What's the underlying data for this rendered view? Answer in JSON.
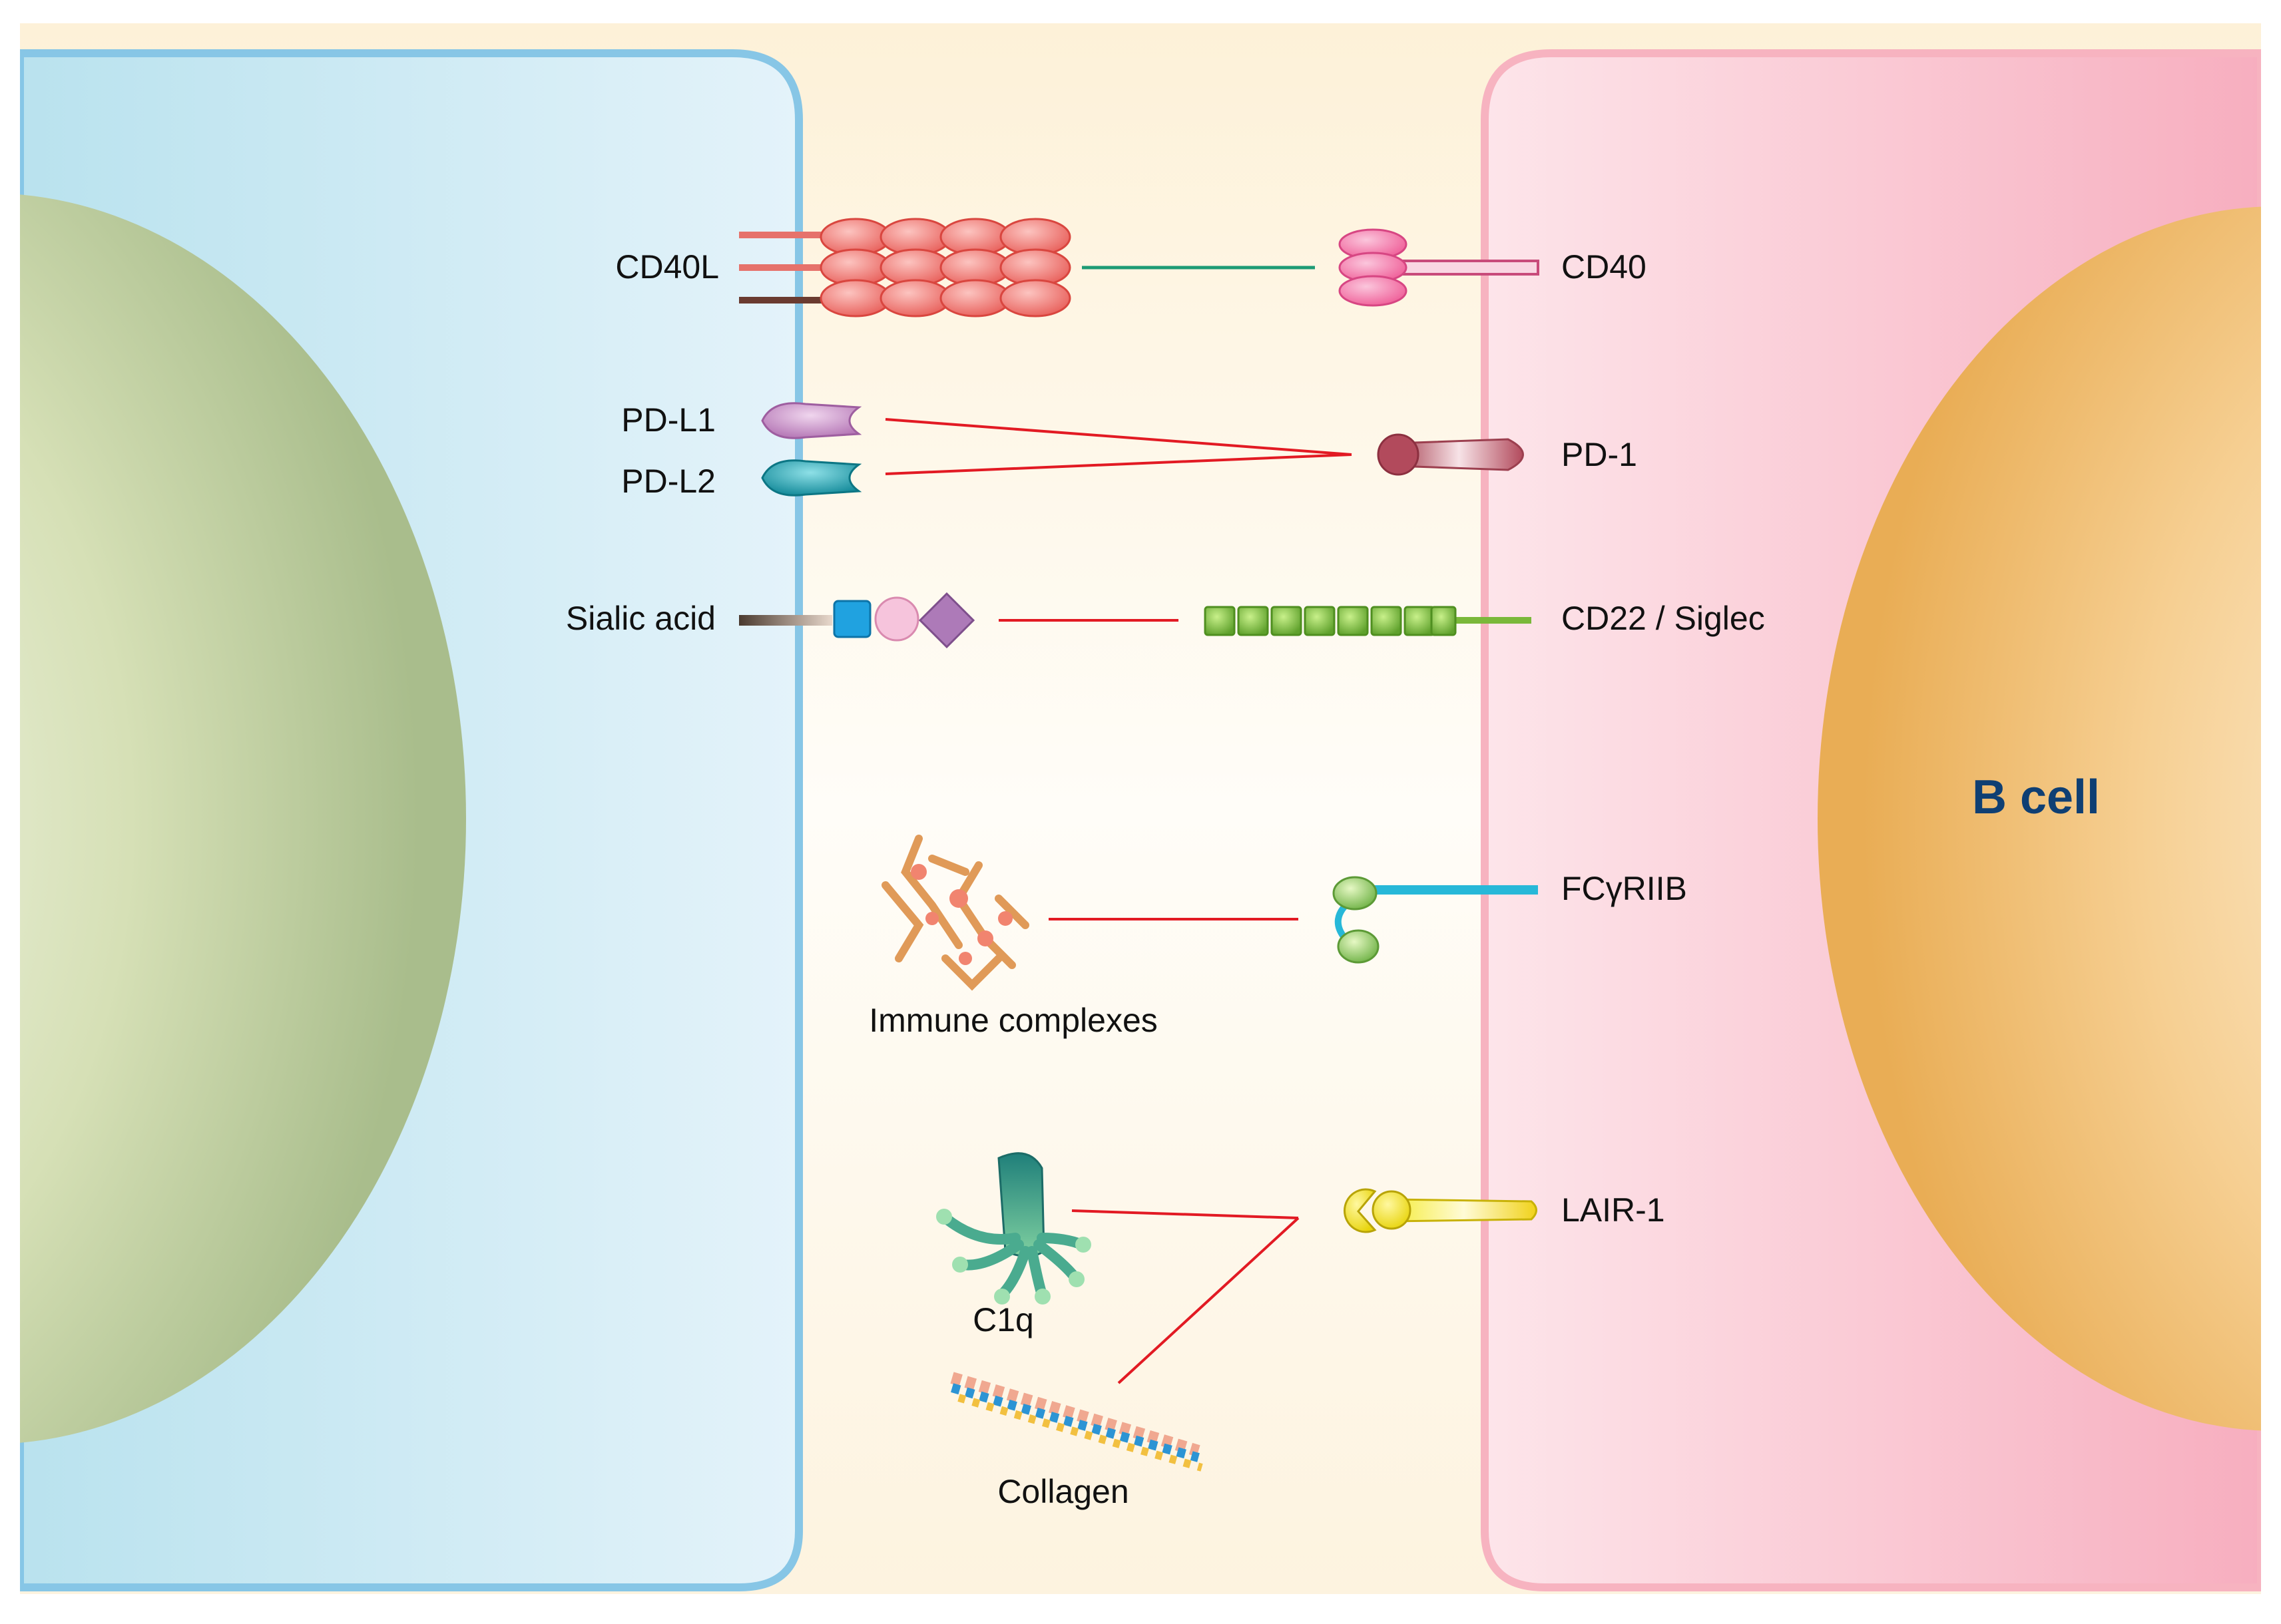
{
  "labels": {
    "cd40l": "CD40L",
    "cd40": "CD40",
    "pdl1": "PD-L1",
    "pdl2": "PD-L2",
    "pd1": "PD-1",
    "sialic_acid": "Sialic acid",
    "cd22": "CD22 / Siglec",
    "b_cell": "B cell",
    "fcgriib": "FCγRIIB",
    "immune_complexes": "Immune complexes",
    "lair1": "LAIR-1",
    "c1q": "C1q",
    "collagen": "Collagen"
  },
  "colors": {
    "left_cell_border": "#87c6e6",
    "right_cell_border": "#f7b3c0",
    "gap_background": "#fdf4e2",
    "left_nucleus": "#c9d6a6",
    "right_nucleus": "#f1c27a",
    "cd40l_bead": "#f07a76",
    "cd40": "#f37ba8",
    "pdl1": "#c38ac3",
    "pdl2": "#1d9fae",
    "pd1": "#b7505f",
    "glycan_square": "#20a2e0",
    "glycan_circle": "#f4b6d2",
    "glycan_diamond": "#ad7ab8",
    "cd22_bead": "#86c440",
    "fcgriib_stalk": "#27b8d8",
    "fcgriib_head": "#8cc76a",
    "lair1": "#efe020",
    "binding_line_red": "#e21a23",
    "binding_line_green": "#1d9b75",
    "title_text": "#0f3f73"
  }
}
